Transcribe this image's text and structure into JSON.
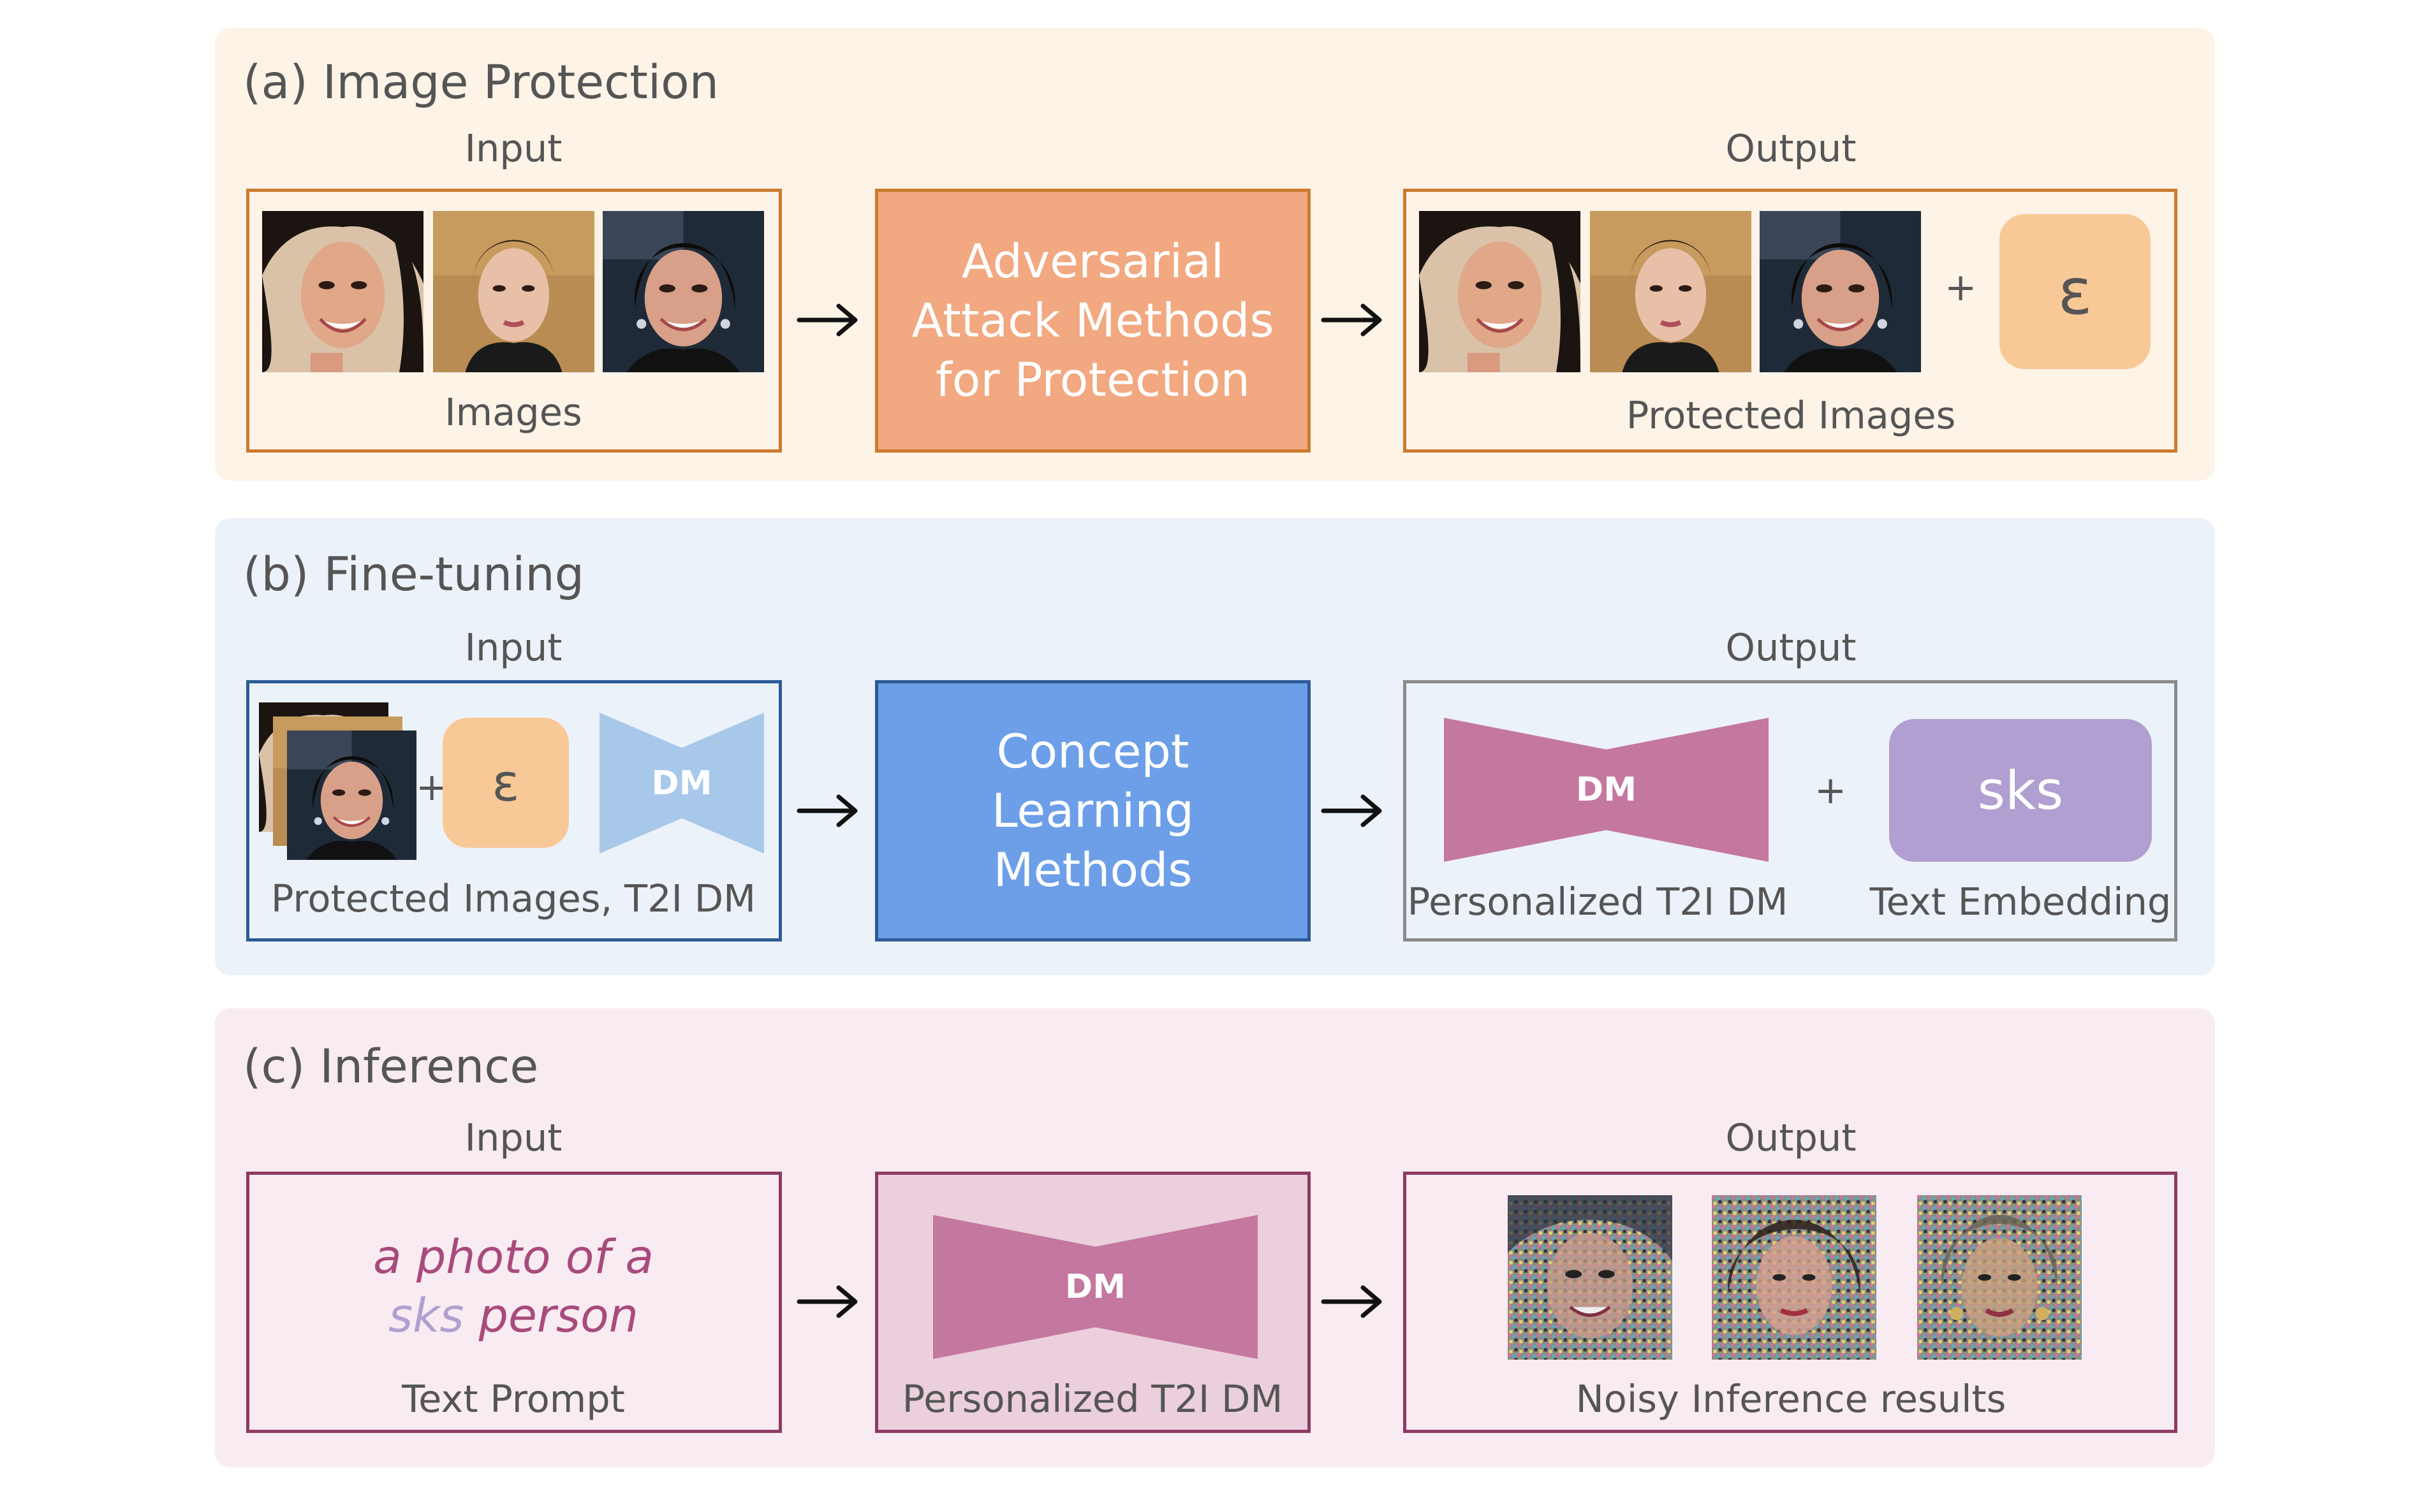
{
  "panels": {
    "protection": {
      "title": "(a) Image Protection",
      "input_label": "Input",
      "output_label": "Output",
      "input_caption": "Images",
      "method_lines": [
        "Adversarial",
        "Attack Methods",
        "for Protection"
      ],
      "output_caption": "Protected Images",
      "plus": "+",
      "epsilon": "ε"
    },
    "finetuning": {
      "title": "(b) Fine-tuning",
      "input_label": "Input",
      "output_label": "Output",
      "input_caption": "Protected Images, T2I DM",
      "plus": "+",
      "epsilon": "ε",
      "dm": "DM",
      "method_lines": [
        "Concept",
        "Learning",
        "Methods"
      ],
      "output_dm": "DM",
      "output_plus": "+",
      "sks": "sks",
      "output_caption_left": "Personalized T2I DM",
      "output_caption_right": "Text Embedding"
    },
    "inference": {
      "title": "(c) Inference",
      "input_label": "Input",
      "output_label": "Output",
      "prompt_line1": "a photo of a",
      "prompt_sks": "sks",
      "prompt_person": " person",
      "input_caption": "Text Prompt",
      "dm": "DM",
      "middle_caption": "Personalized T2I DM",
      "output_caption": "Noisy Inference results"
    }
  },
  "colors": {
    "panel_a_bg": "#fdf3e7",
    "panel_b_bg": "#ecf2f9",
    "panel_c_bg": "#f8ecf2",
    "orange_method": "#f2a880",
    "orange_border": "#cc7a2e",
    "blue_method": "#6c9fe8",
    "blue_border": "#2d5a96",
    "dm_light_blue": "#a8c8ea",
    "dm_pink": "#c4789f",
    "sks_purple": "#b09fd0",
    "epsilon_orange": "#f8c896",
    "pink_border": "#8e3a62",
    "prompt_pink": "#a94a7c",
    "prompt_purple": "#b09fd0"
  },
  "icons": [
    "arrow-right-icon",
    "bowtie-dm-icon",
    "face-thumbnail"
  ]
}
